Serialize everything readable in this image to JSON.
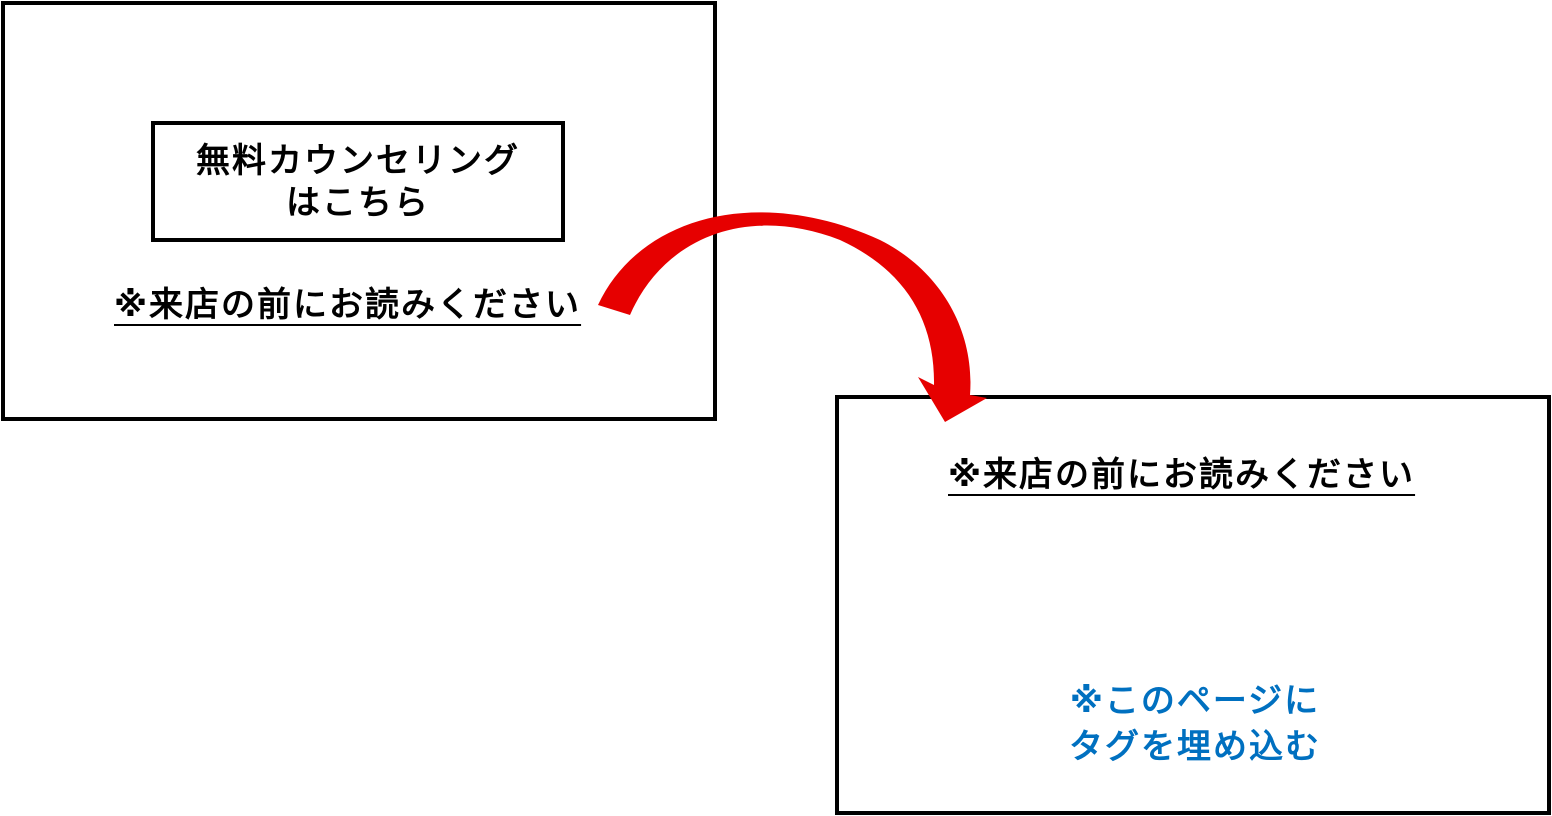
{
  "left_panel": {
    "button_lines": [
      "無料カウンセリング",
      "はこちら"
    ],
    "notice_link": "※来店の前にお読みください"
  },
  "right_panel": {
    "notice_heading": "※来店の前にお読みください",
    "tag_note_lines": [
      "※このページに",
      "タグを埋め込む"
    ]
  },
  "colors": {
    "arrow": "#e60000",
    "tag_note": "#0070c0",
    "border": "#000000"
  }
}
